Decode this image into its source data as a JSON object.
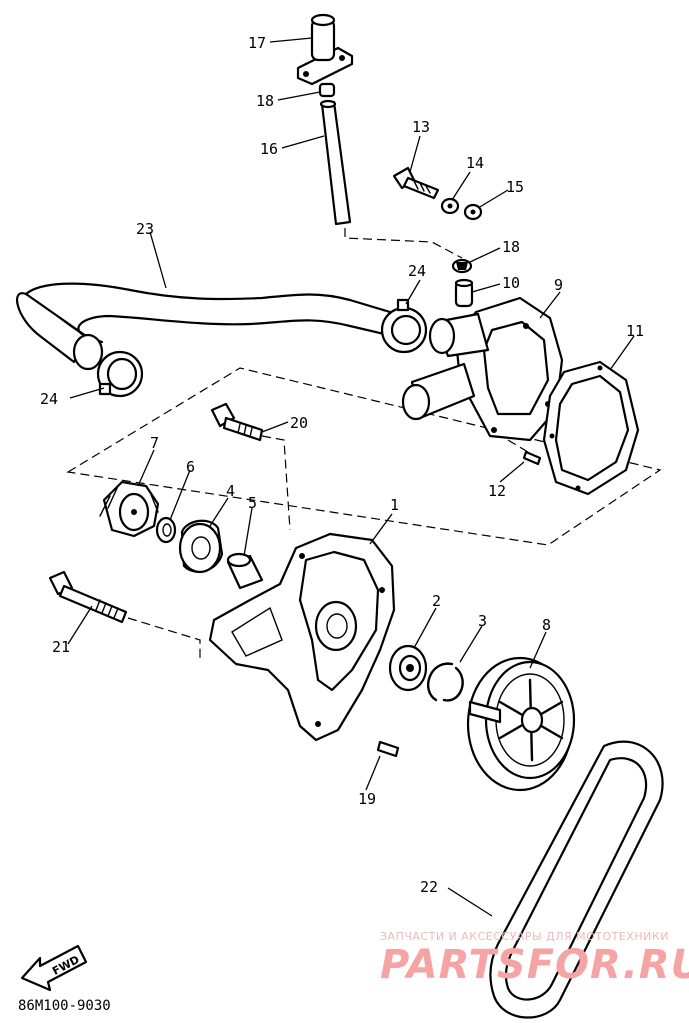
{
  "callouts": {
    "c1": "1",
    "c2": "2",
    "c3": "3",
    "c4": "4",
    "c5": "5",
    "c6": "6",
    "c7": "7",
    "c8": "8",
    "c9": "9",
    "c10": "10",
    "c11": "11",
    "c12": "12",
    "c13": "13",
    "c14": "14",
    "c15": "15",
    "c16": "16",
    "c17": "17",
    "c18a": "18",
    "c18b": "18",
    "c19": "19",
    "c20": "20",
    "c21": "21",
    "c22": "22",
    "c23": "23",
    "c24a": "24",
    "c24b": "24"
  },
  "diagram_code": "86M100-9030",
  "fwd_label": "FWD",
  "watermark": {
    "tagline": "ЗАПЧАСТИ И АКСЕССУАРЫ ДЛЯ МОТОТЕХНИКИ",
    "brand": "PARTSFOR.RU",
    "color": "#f5a3a3"
  }
}
